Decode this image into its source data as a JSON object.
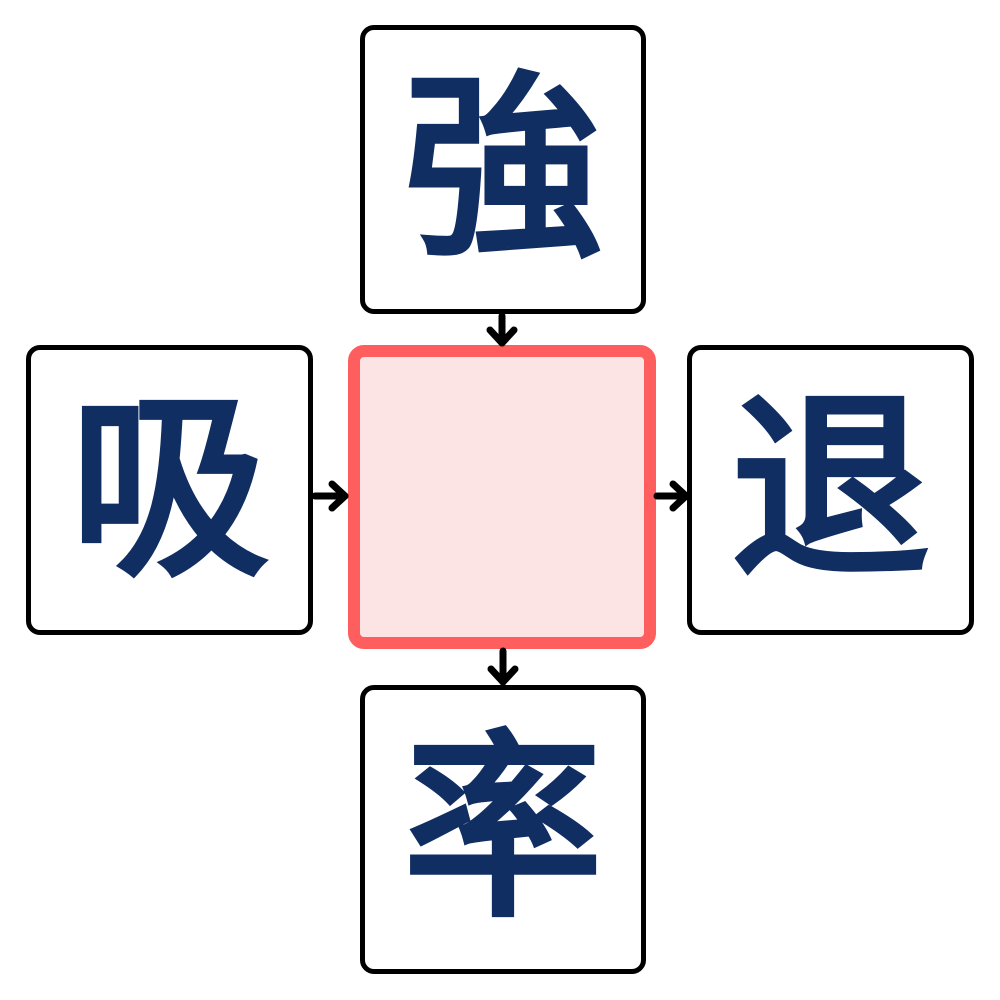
{
  "puzzle": {
    "top": {
      "char": "強"
    },
    "left": {
      "char": "吸"
    },
    "right": {
      "char": "退"
    },
    "bottom": {
      "char": "率"
    },
    "center": {
      "char": ""
    }
  },
  "colors": {
    "kanji": "#112e63",
    "center_border": "#ff5e5e",
    "center_fill": "#fde4e4",
    "box_border": "#000000",
    "arrow": "#000000"
  }
}
